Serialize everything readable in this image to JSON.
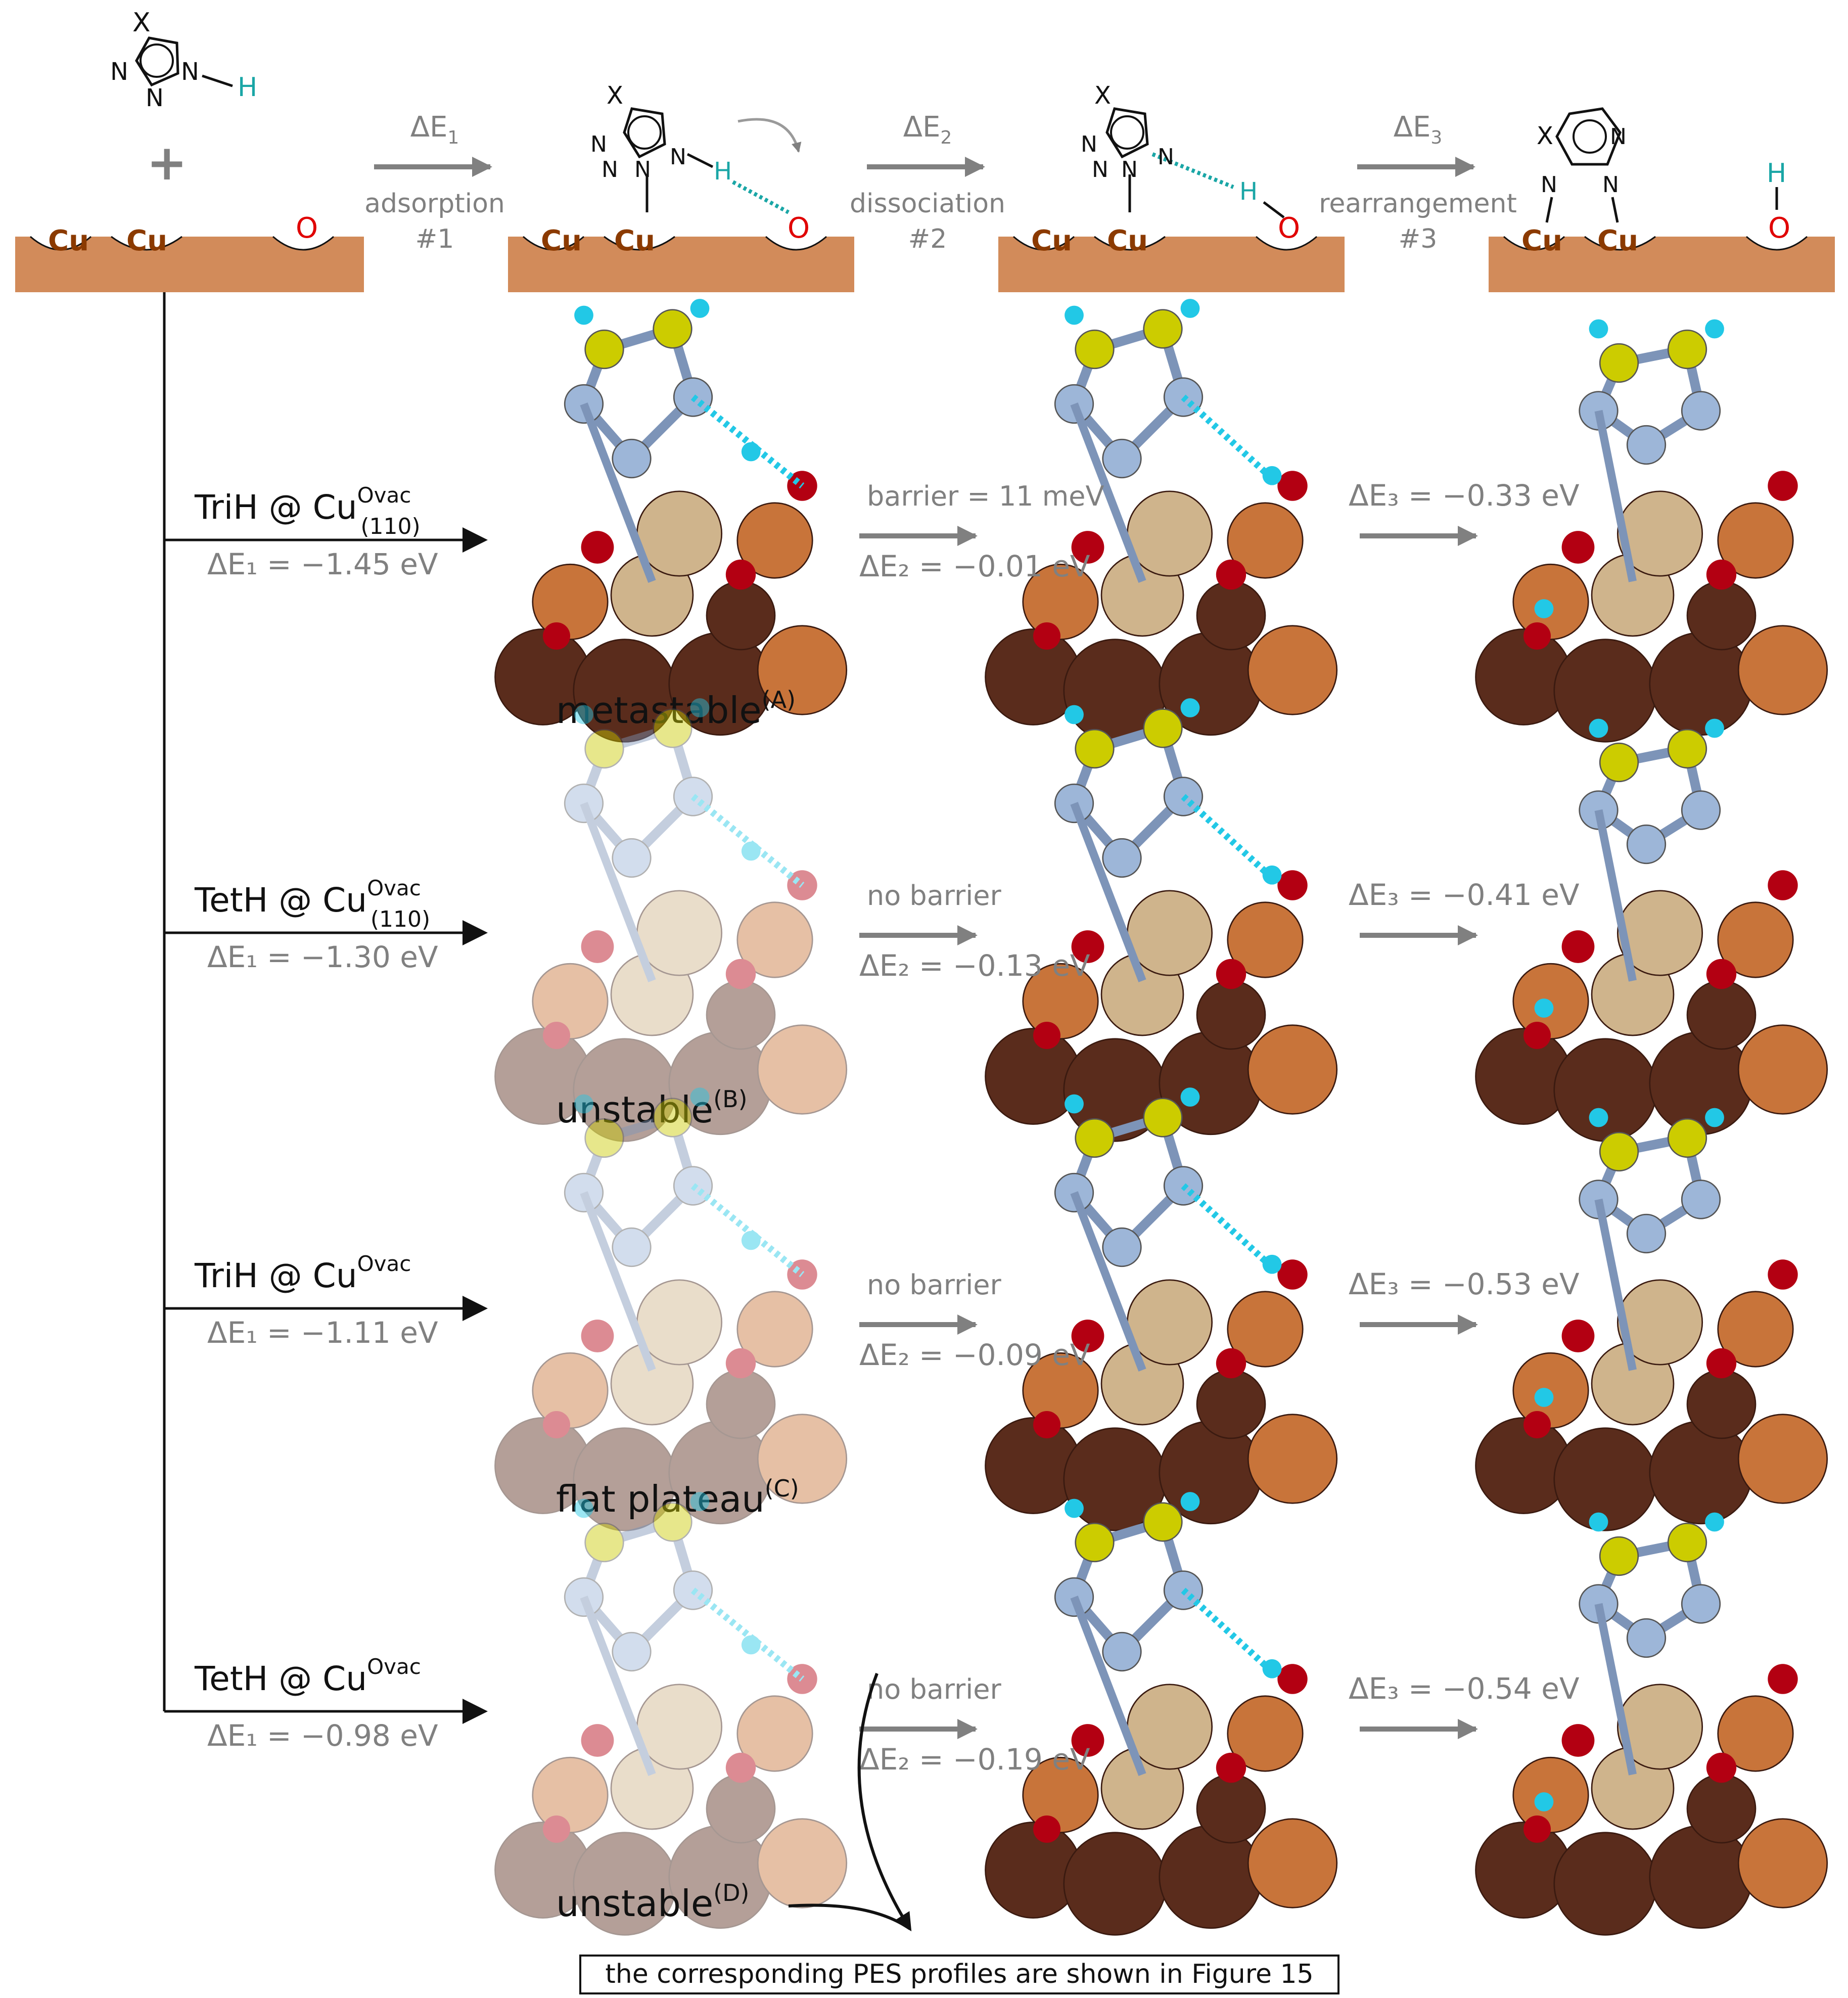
{
  "colors": {
    "surface": "#d28b5a",
    "cu_text": "#8b3a00",
    "oxygen": "#e00000",
    "hydrogen_bond": "#1aa6a6",
    "arrow_grey": "#808080",
    "atom_N": "#9db6d8",
    "atom_S": "#cccc00",
    "atom_H": "#22c8e6",
    "atom_O": "#b30012",
    "atom_Cu_light": "#cfb48c",
    "atom_Cu_orange": "#c8743a",
    "atom_Cu_dark": "#5a2c1c"
  },
  "scheme": {
    "molecule": {
      "x": "X",
      "n": "N",
      "h": "H"
    },
    "plus": "+",
    "surface_cu": "Cu",
    "surface_o": "O",
    "steps": [
      {
        "energy_symbol": "ΔE",
        "sub": "1",
        "name": "adsorption",
        "num": "#1"
      },
      {
        "energy_symbol": "ΔE",
        "sub": "2",
        "name": "dissociation",
        "num": "#2"
      },
      {
        "energy_symbol": "ΔE",
        "sub": "3",
        "name": "rearrangement",
        "num": "#3"
      }
    ]
  },
  "rows": [
    {
      "system": "TriH @ Cu",
      "sup": "Ovac",
      "sub": "(110)",
      "de1": "ΔE₁ = −1.45 eV",
      "state": "metastable",
      "state_note": "(A)",
      "barrier": "barrier = 11 meV",
      "de2": "ΔE₂ = −0.01 eV",
      "de3": "ΔE₃ = −0.33 eV"
    },
    {
      "system": "TetH @ Cu",
      "sup": "Ovac",
      "sub": "(110)",
      "de1": "ΔE₁ = −1.30 eV",
      "state": "unstable",
      "state_note": "(B)",
      "barrier": "no barrier",
      "de2": "ΔE₂ = −0.13 eV",
      "de3": "ΔE₃ = −0.41 eV"
    },
    {
      "system": "TriH @ Cu",
      "sup": "Ovac",
      "sub": "",
      "de1": "ΔE₁ = −1.11 eV",
      "state": "flat plateau",
      "state_note": "(C)",
      "barrier": "no barrier",
      "de2": "ΔE₂ = −0.09 eV",
      "de3": "ΔE₃ = −0.53 eV"
    },
    {
      "system": "TetH @ Cu",
      "sup": "Ovac",
      "sub": "",
      "de1": "ΔE₁ = −0.98 eV",
      "state": "unstable",
      "state_note": "(D)",
      "barrier": "no barrier",
      "de2": "ΔE₂ = −0.19 eV",
      "de3": "ΔE₃ = −0.54 eV"
    }
  ],
  "footnote": "the corresponding PES profiles are shown in Figure 15"
}
